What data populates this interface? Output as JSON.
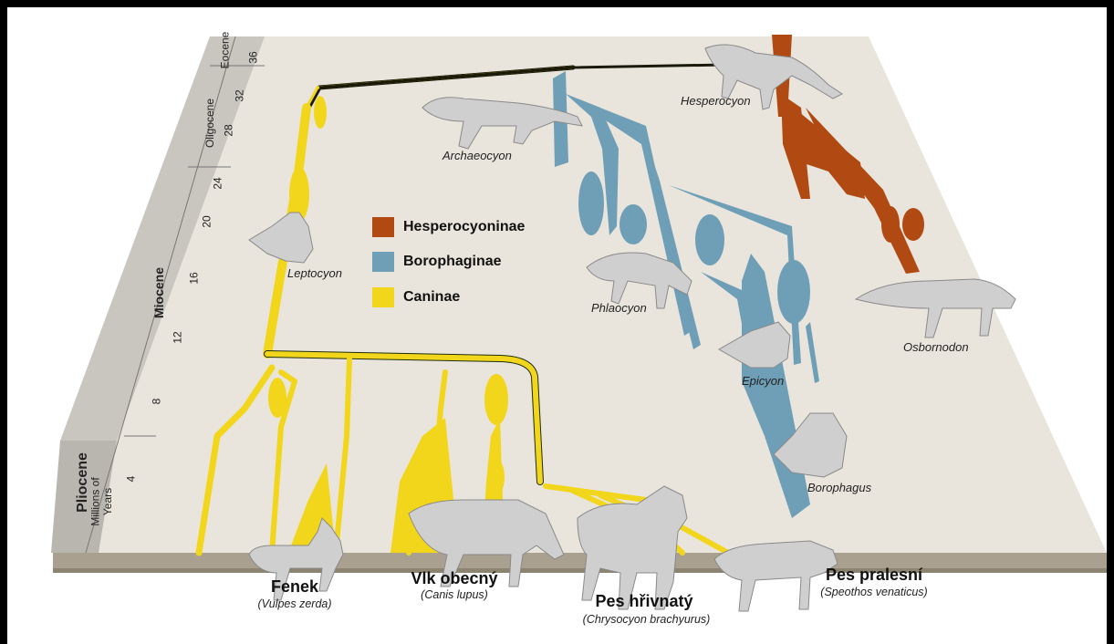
{
  "time_axis": {
    "epochs": [
      {
        "key": "eocene",
        "label": "Eocene"
      },
      {
        "key": "oligocene",
        "label": "Oligocene"
      },
      {
        "key": "miocene",
        "label": "Miocene"
      },
      {
        "key": "pliocene",
        "label": "Pliocene"
      }
    ],
    "ticks": [
      "36",
      "32",
      "28",
      "24",
      "20",
      "16",
      "12",
      "8",
      "4"
    ],
    "unit_label_line1": "Millions of",
    "unit_label_line2": "Years"
  },
  "legend": [
    {
      "label": "Hesperocyoninae",
      "color": "#b04a12"
    },
    {
      "label": "Borophaginae",
      "color": "#6f9fb6"
    },
    {
      "label": "Caninae",
      "color": "#f2d61b"
    }
  ],
  "taxa": {
    "hesperocyon": "Hesperocyon",
    "archaeocyon": "Archaeocyon",
    "leptocyon": "Leptocyon",
    "phlaocyon": "Phlaocyon",
    "osbornodon": "Osbornodon",
    "epicyon": "Epicyon",
    "borophagus": "Borophagus"
  },
  "species": [
    {
      "common": "Fenek",
      "scientific": "(Vulpes zerda)"
    },
    {
      "common": "Vlk obecný",
      "scientific": "(Canis lupus)"
    },
    {
      "common": "Pes hřivnatý",
      "scientific": "(Chrysocyon brachyurus)"
    },
    {
      "common": "Pes pralesní",
      "scientific": "(Speothos venaticus)"
    }
  ]
}
